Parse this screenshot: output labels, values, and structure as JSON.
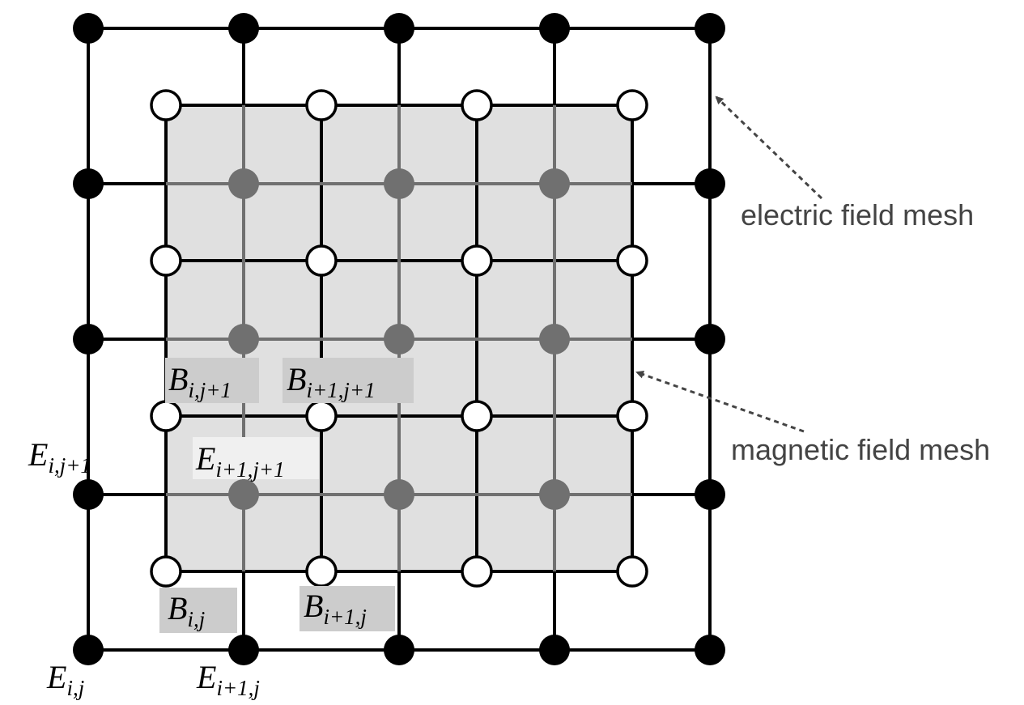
{
  "diagram": {
    "electric_mesh": {
      "label": "electric field mesh",
      "rows": 5,
      "cols": 5,
      "node_color": "#000000",
      "line_color": "#000000"
    },
    "magnetic_mesh": {
      "label": "magnetic field mesh",
      "rows": 4,
      "cols": 4,
      "node_fill": "#ffffff",
      "node_stroke": "#000000",
      "area_fill": "#e0e0e0"
    },
    "covered_node_color": "#707070",
    "callout_color": "#444444",
    "label_box_dark": "#cccccc",
    "label_box_light": "#f0f0f0",
    "node_labels": {
      "E_ij": {
        "base": "E",
        "sub": "i,j"
      },
      "E_i1j": {
        "base": "E",
        "sub": "i+1,j"
      },
      "E_ij1": {
        "base": "E",
        "sub": "i,j+1"
      },
      "E_i1j1": {
        "base": "E",
        "sub": "i+1,j+1"
      },
      "B_ij": {
        "base": "B",
        "sub": "i,j"
      },
      "B_i1j": {
        "base": "B",
        "sub": "i+1,j"
      },
      "B_ij1": {
        "base": "B",
        "sub": "i,j+1"
      },
      "B_i1j1": {
        "base": "B",
        "sub": "i+1,j+1"
      }
    }
  }
}
